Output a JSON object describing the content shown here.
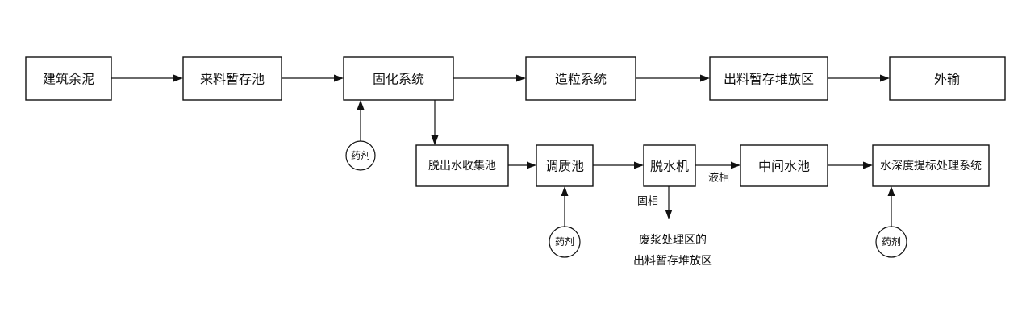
{
  "nodes": {
    "jianzhu_yuni": "建筑余泥",
    "laiiao_zancun_chi": "来料暂存池",
    "guhua_xitong": "固化系统",
    "zaoli_xitong": "造粒系统",
    "chuliao_zancun_duifangqu": "出料暂存堆放区",
    "waishu": "外输",
    "tuochu_shui_shouji_chi": "脱出水收集池",
    "tiaozhi_chi": "调质池",
    "tuoshui_ji": "脱水机",
    "zhongjian_shuichi": "中间水池",
    "shui_shendu_tibiao_chuli_xitong": "水深度提标处理系统"
  },
  "reagents": {
    "guhua": "药剂",
    "tiaozhi": "药剂",
    "shendu": "药剂"
  },
  "edge_labels": {
    "yexiang": "液相",
    "guxiang": "固相"
  },
  "outputs": {
    "feijiang_line1": "废浆处理区的",
    "feijiang_line2": "出料暂存堆放区"
  }
}
